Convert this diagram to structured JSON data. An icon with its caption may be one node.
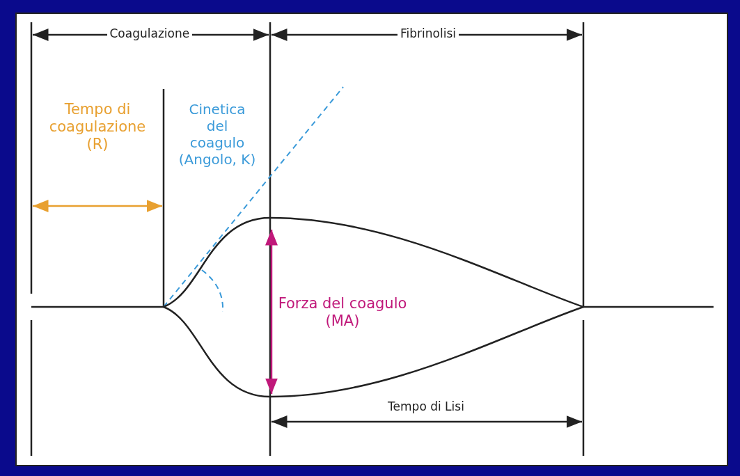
{
  "diagram": {
    "labels": [
      "Coagulazione",
      "Fibrinolisi",
      "Tempo di coagulazione (R)",
      "Cinetica del coagulo (Angolo, K)",
      "Forza del coagulo (MA)",
      "Tempo di Lisi"
    ]
  }
}
